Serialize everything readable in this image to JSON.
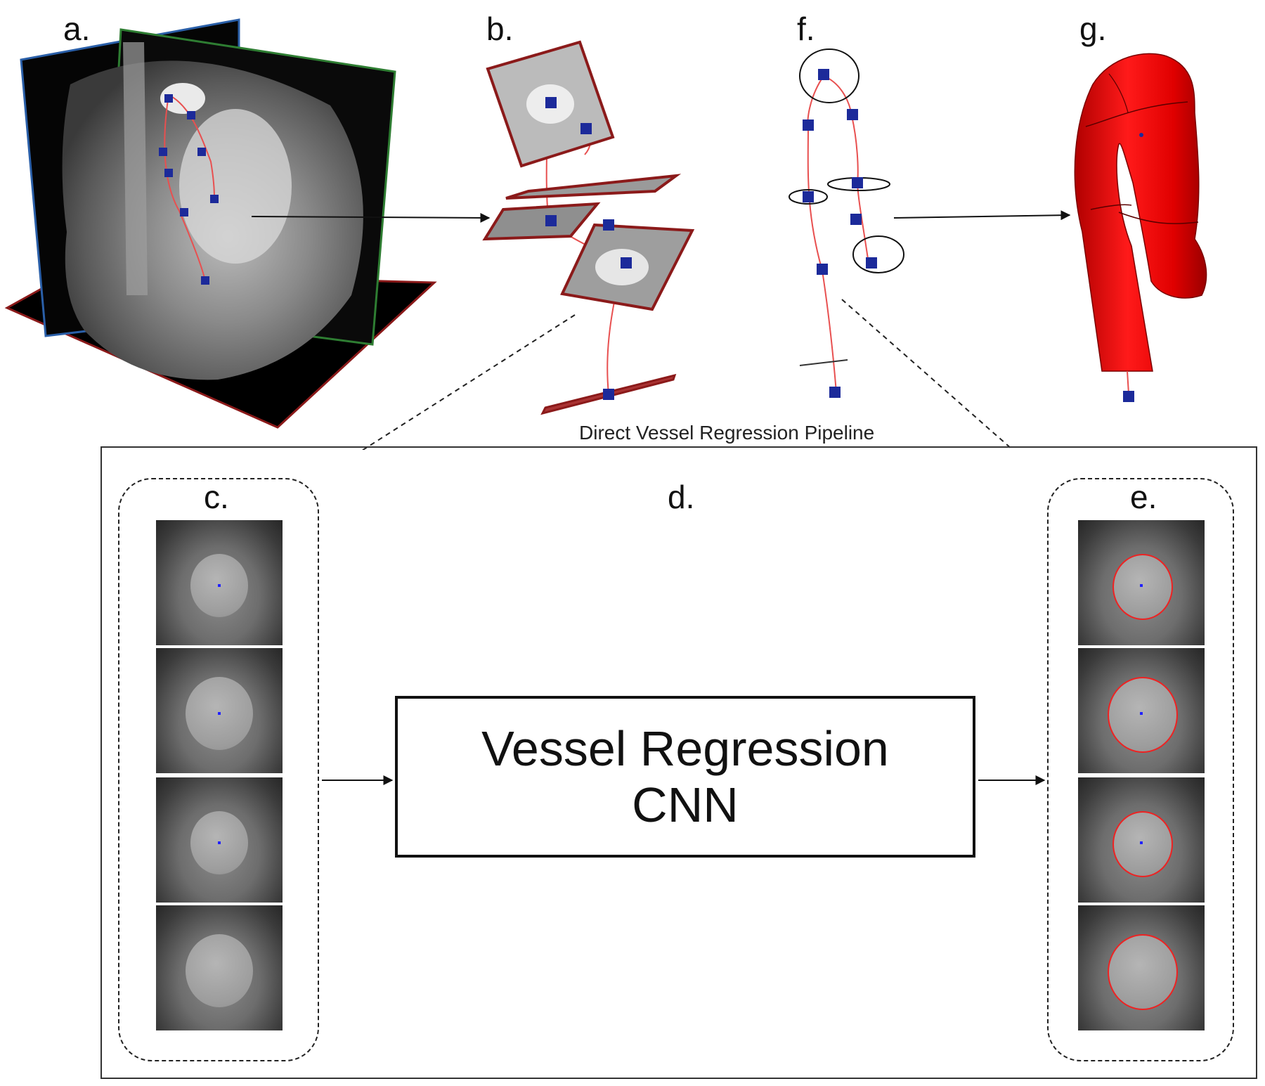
{
  "labels": {
    "a": "a.",
    "b": "b.",
    "c": "c.",
    "d": "d.",
    "e": "e.",
    "f": "f.",
    "g": "g."
  },
  "pipeline_title": "Direct Vessel Regression Pipeline",
  "cnn": {
    "line1": "Vessel Regression",
    "line2": "CNN"
  },
  "colors": {
    "frame_red": "#8b1a1a",
    "node_blue": "#1c2a9a",
    "aorta_red": "#e00000",
    "ring_black": "#111111",
    "centerline": "#e85050"
  }
}
